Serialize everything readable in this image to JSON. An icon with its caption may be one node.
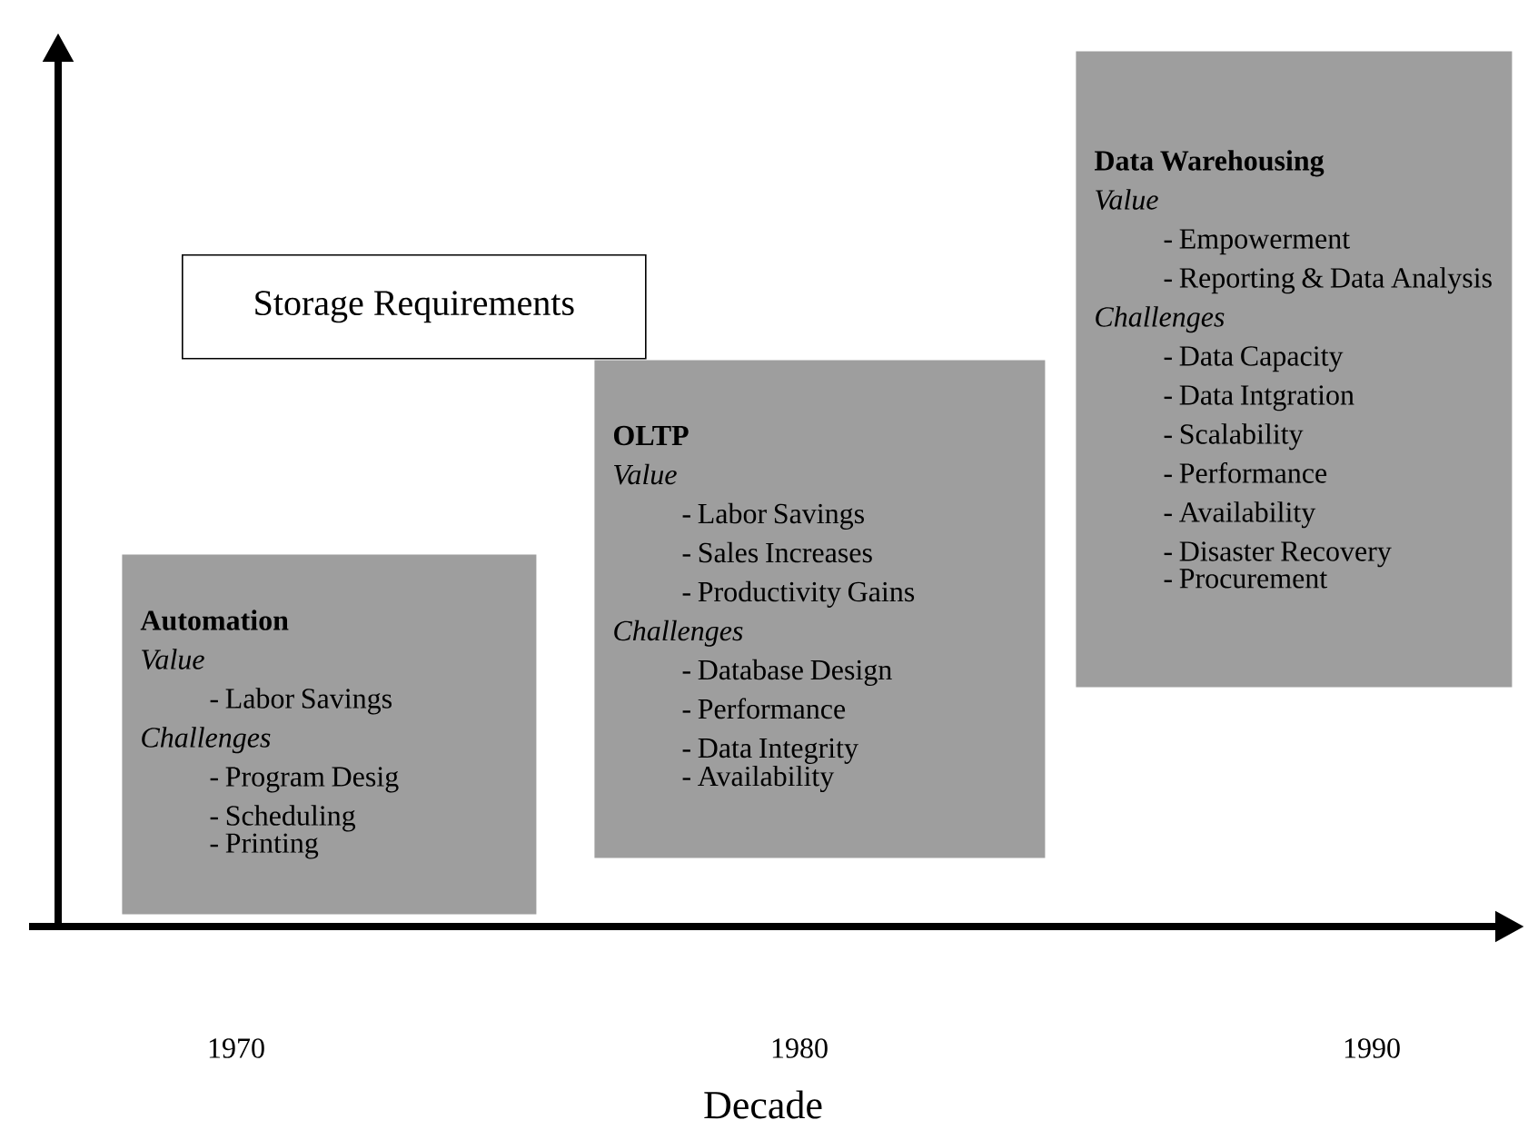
{
  "diagram": {
    "nodes": [
      {
        "text": [
          "Storage Requirements"
        ]
      },
      {
        "text": [
          "Automation",
          "Value",
          "- Labor Savings",
          "Challenges",
          "- Program Desig",
          "- Scheduling",
          "- Printing"
        ]
      },
      {
        "text": [
          "OLTP",
          "Value",
          "- Labor Savings",
          "- Sales Increases",
          "- Productivity Gains",
          "Challenges",
          "- Database Design",
          "- Performance",
          "- Data Integrity",
          "- Availability"
        ]
      },
      {
        "text": [
          "Data Warehousing",
          "Value",
          "- Empowerment",
          "- Reporting & Data Analysis",
          "Challenges",
          "- Data Capacity",
          "- Data Intgration",
          "- Scalability",
          "- Performance",
          "- Availability",
          "- Disaster Recovery",
          "- Procurement"
        ]
      }
    ],
    "labels": [
      "1970",
      "1980",
      "1990",
      "Decade"
    ]
  }
}
